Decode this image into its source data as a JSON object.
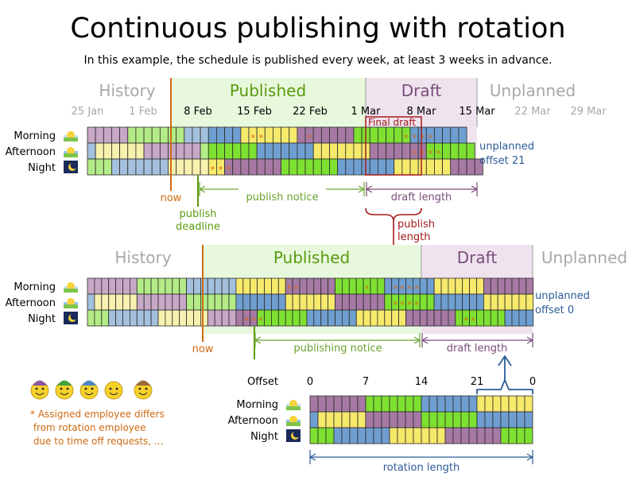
{
  "title": "Continuous publishing with rotation",
  "subtitle": "In this example, the schedule is published every week, at least 3 weeks in advance.",
  "colors": {
    "purple": "#a67aa4",
    "blue": "#6f9fd0",
    "yellow": "#f7e96c",
    "green": "#7ee031",
    "published_bg": "#e8f8dd",
    "draft_bg": "#efe3ee",
    "now_line": "#d06a11",
    "publish_deadline": "#5a9b0e",
    "notice_arrow": "#6aa430",
    "draft_arrow": "#7a4d7a",
    "publish_length": "#a31a1a",
    "rotation_arrow": "#2c5c9a",
    "unplanned_text": "#2c5c9a",
    "gray_text": "#a8a8a8"
  },
  "shift_labels": [
    "Morning",
    "Afternoon",
    "Night"
  ],
  "shift_icons": [
    "sun-morning-icon",
    "sun-afternoon-icon",
    "moon-night-icon"
  ],
  "top": {
    "phase_labels": {
      "history": "History",
      "published": "Published",
      "draft": "Draft",
      "unplanned": "Unplanned"
    },
    "dates": [
      "25 Jan",
      "1 Feb",
      "8 Feb",
      "15 Feb",
      "22 Feb",
      "1 Mar",
      "8 Mar",
      "15 Mar",
      "22 Mar",
      "29 Mar"
    ],
    "final_draft": "Final draft",
    "unplanned_offset": "unplanned\noffset 21",
    "now": "now",
    "publish_deadline": "publish\ndeadline",
    "publish_notice": "publish notice",
    "draft_length": "draft length",
    "publish_length": "publish\nlength",
    "rows": [
      "PPPPPGGGGGGGBBBBBBBYYYYYYYPPPPPPPGGGGGGGBBBBBBB",
      "BYYYYYYPPPPPPPGGGGGGGBBBBBBBYYYYYYYPPPPPPPGGGGGG",
      "GGGBBBBBBBYYYYYYYPPPPPPPGGGGGGGBBBBBBBYYYYYYYPPPP"
    ],
    "star_cells": [
      [
        0,
        20
      ],
      [
        0,
        21
      ],
      [
        0,
        27
      ],
      [
        0,
        39
      ],
      [
        0,
        40
      ],
      [
        0,
        41
      ],
      [
        0,
        42
      ],
      [
        1,
        40
      ],
      [
        1,
        41
      ],
      [
        1,
        42
      ],
      [
        1,
        43
      ],
      [
        2,
        15
      ],
      [
        2,
        16
      ],
      [
        2,
        17
      ]
    ],
    "grayed_before_day": 15
  },
  "bottom": {
    "phase_labels": {
      "history": "History",
      "published": "Published",
      "draft": "Draft",
      "unplanned": "Unplanned"
    },
    "unplanned_offset": "unplanned\noffset 0",
    "now": "now",
    "publishing_notice": "publishing notice",
    "draft_length": "draft length",
    "rows": [
      "PPPPPPPGGGGGGGBBBBBBBYYYYYYYPPPPPPPGGGGGGGBBBBBBBYYYYYYYPPPPPPP",
      "BYYYYYYPPPPPPPGGGGGGGBBBBBBBYYYYYYYPPPPPPPGGGGGGGBBBBBBBYYYYYYY",
      "GGGBBBBBBBYYYYYYYPPPPPPPGGGGGGGBBBBBBBYYYYYYYPPPPPPPGGGGGGGBBBB"
    ],
    "star_cells": [
      [
        0,
        28
      ],
      [
        0,
        29
      ],
      [
        0,
        39
      ],
      [
        0,
        43
      ],
      [
        0,
        44
      ],
      [
        0,
        45
      ],
      [
        0,
        46
      ],
      [
        1,
        43
      ],
      [
        1,
        44
      ],
      [
        1,
        45
      ],
      [
        1,
        46
      ],
      [
        2,
        22
      ],
      [
        2,
        23
      ],
      [
        2,
        24
      ],
      [
        2,
        53
      ],
      [
        2,
        54
      ]
    ],
    "grayed_before_day": 21
  },
  "rotation": {
    "offset_label": "Offset",
    "offsets": [
      "0",
      "7",
      "14",
      "21",
      "0"
    ],
    "rotation_length": "rotation length",
    "rows": [
      "PPPPPPPGGGGGGGBBBBBBBYYYYYYY",
      "BYYYYYYPPPPPPPGGGGGGGBBBBBBB",
      "GGGBBBBBBBYYYYYYYPPPPPPPGGGG"
    ]
  },
  "legend": {
    "note": "* Assigned employee differs\n  from rotation employee\n  due to time off requests, ...",
    "employees": [
      "purple-hat-employee",
      "green-hat-employee",
      "blue-hat-employee",
      "yellow-employee",
      "brown-hat-employee"
    ]
  }
}
